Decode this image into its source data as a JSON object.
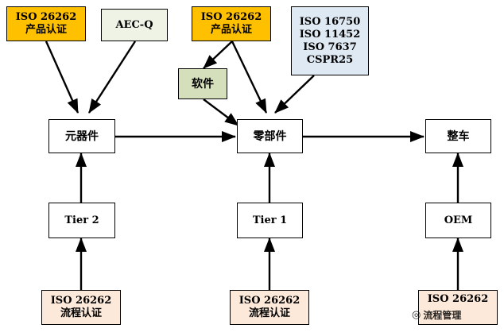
{
  "boxes": {
    "iso26262_product_1": {
      "line1": "ISO 26262",
      "line2": "产品认证"
    },
    "aecq": {
      "text": "AEC-Q"
    },
    "iso26262_product_2": {
      "line1": "ISO 26262",
      "line2": "产品认证"
    },
    "standards": {
      "lines": [
        "ISO 16750",
        "ISO 11452",
        "ISO 7637",
        "CSPR25"
      ]
    },
    "software": {
      "text": "软件"
    },
    "components": {
      "text": "元器件"
    },
    "parts": {
      "text": "零部件"
    },
    "vehicle": {
      "text": "整车"
    },
    "tier2": {
      "text": "Tier 2"
    },
    "tier1": {
      "text": "Tier 1"
    },
    "oem": {
      "text": "OEM"
    },
    "iso26262_process_1": {
      "line1": "ISO 26262",
      "line2": "流程认证"
    },
    "iso26262_process_2": {
      "line1": "ISO 26262",
      "line2": "流程认证"
    },
    "iso26262_process_3": {
      "line1": "ISO 26262"
    }
  },
  "watermark": {
    "text": "流程管理"
  },
  "colors": {
    "orange": "#ffc000",
    "cream": "#eef3e6",
    "olive": "#d6dfbc",
    "blue": "#dfe9f3",
    "peach": "#fde9d9"
  }
}
